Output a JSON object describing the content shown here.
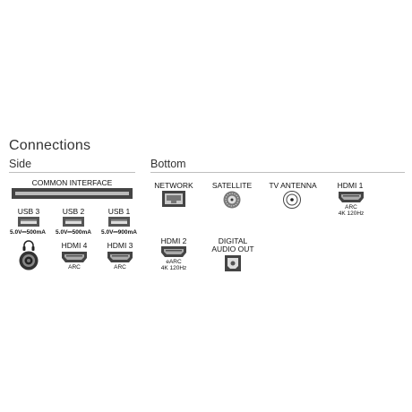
{
  "title": "Connections",
  "side": {
    "label": "Side",
    "common_interface": "COMMON INTERFACE",
    "usb": [
      {
        "label": "USB 3",
        "spec": "5.0V⎓500mA"
      },
      {
        "label": "USB 2",
        "spec": "5.0V⎓500mA"
      },
      {
        "label": "USB 1",
        "spec": "5.0V⎓900mA"
      }
    ],
    "hdmi4": {
      "label": "HDMI 4",
      "sub": "ARC"
    },
    "hdmi3": {
      "label": "HDMI 3",
      "sub": "ARC"
    }
  },
  "bottom": {
    "label": "Bottom",
    "network": "NETWORK",
    "satellite": "SATELLITE",
    "tv_antenna": "TV ANTENNA",
    "hdmi1": {
      "label": "HDMI 1",
      "sub1": "ARC",
      "sub2": "4K 120Hz"
    },
    "hdmi2": {
      "label": "HDMI 2",
      "sub1": "eARC",
      "sub2": "4K 120Hz"
    },
    "digital_audio": {
      "line1": "DIGITAL",
      "line2": "AUDIO OUT"
    }
  }
}
